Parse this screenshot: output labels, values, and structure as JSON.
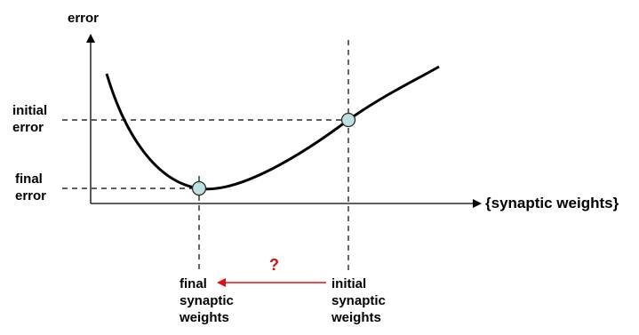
{
  "diagram": {
    "y_axis_label": "error",
    "x_axis_label": "{synaptic weights}",
    "initial_error_label": [
      "initial",
      "error"
    ],
    "final_error_label": [
      "final",
      "error"
    ],
    "final_weights_label": [
      "final",
      "synaptic",
      "weights"
    ],
    "initial_weights_label": [
      "initial",
      "synaptic",
      "weights"
    ],
    "question_mark": "?",
    "colors": {
      "curve": "#000000",
      "axes": "#000000",
      "dashes": "#000000",
      "marker_fill": "#bfe0e0",
      "marker_stroke": "#2a2a2a",
      "arrow": "#e01010",
      "question": "#d01010"
    },
    "markers": [
      "initial-point",
      "minimum-point"
    ]
  }
}
